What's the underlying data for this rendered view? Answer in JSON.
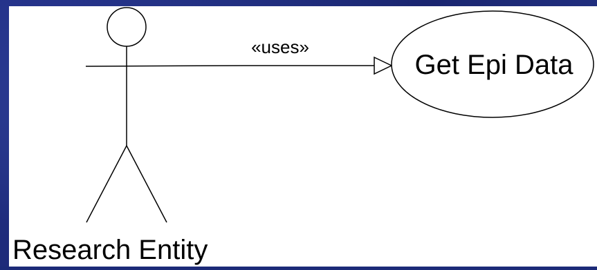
{
  "diagram": {
    "type": "uml-use-case",
    "actor": {
      "label": "Research Entity"
    },
    "relationship": {
      "stereotype": "«uses»",
      "from": "Research Entity",
      "to": "Get Epi Data"
    },
    "use_case": {
      "label": "Get Epi Data"
    }
  },
  "colors": {
    "background": "#1c2a78",
    "canvas": "#ffffff",
    "stroke": "#000000"
  }
}
